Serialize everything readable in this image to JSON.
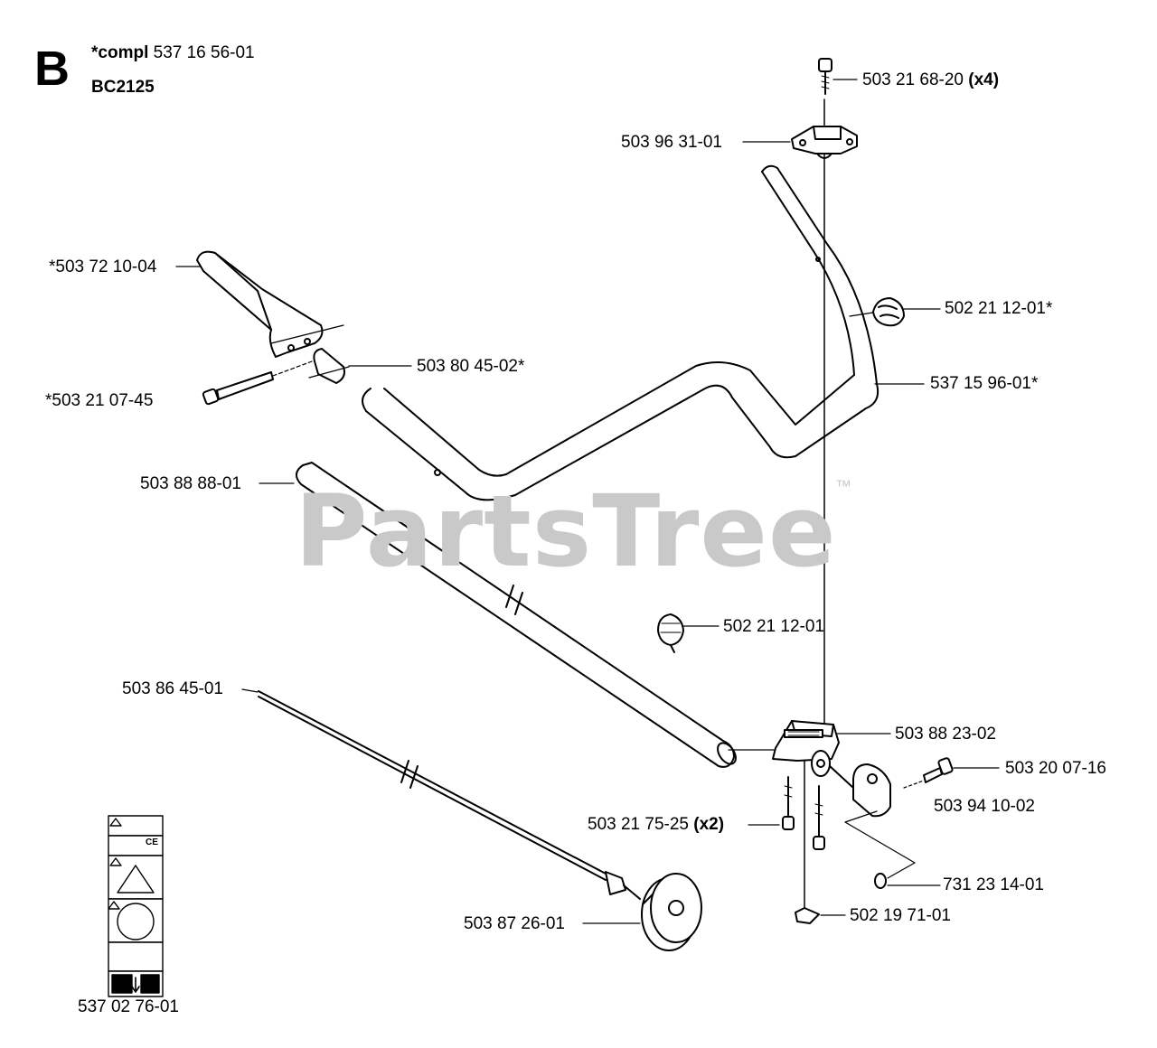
{
  "header": {
    "section_letter": "B",
    "compl_keyword": "*compl",
    "compl_number": "537 16 56-01",
    "model": "BC2125"
  },
  "watermark": {
    "text": "PartsTree",
    "trademark": "™",
    "color": "#c9c9c9"
  },
  "parts": {
    "screw_top": {
      "number": "503 21 68-20",
      "qty": "(x4)"
    },
    "clamp_top": {
      "number": "503 96 31-01"
    },
    "guard": {
      "number": "*503 72 10-04"
    },
    "guard_screw": {
      "number": "*503 21 07-45"
    },
    "sleeve": {
      "number": "503 80 45-02*"
    },
    "knob_handle": {
      "number": "502 21 12-01*"
    },
    "handlebar": {
      "number": "537 15 96-01*"
    },
    "shaft_tube": {
      "number": "503 88 88-01"
    },
    "knob_shaft": {
      "number": "502 21 12-01"
    },
    "drive_shaft": {
      "number": "503 86 45-01"
    },
    "clamp_bracket": {
      "number": "503 88 23-02"
    },
    "bolt_side": {
      "number": "503 20 07-16"
    },
    "bracket_side": {
      "number": "503 94 10-02"
    },
    "screw_bottom": {
      "number": "503 21 75-25",
      "qty": "(x2)"
    },
    "washer": {
      "number": "731 23 14-01"
    },
    "nut": {
      "number": "502 19 71-01"
    },
    "drive_assembly": {
      "number": "503 87 26-01"
    },
    "decal": {
      "number": "537 02 76-01"
    }
  },
  "icons": {
    "warning": "warning-triangle-icon",
    "ce": "CE"
  }
}
